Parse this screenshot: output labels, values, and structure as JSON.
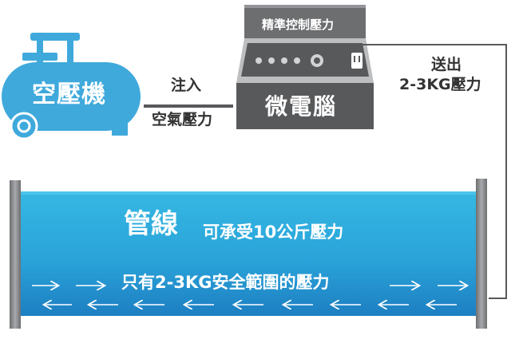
{
  "compressor": {
    "label": "空壓機"
  },
  "inject": {
    "line1": "注入",
    "line2": "空氣壓力"
  },
  "computer": {
    "panel_label": "精準控制壓力",
    "label": "微電腦"
  },
  "send": {
    "line1": "送出",
    "line2": "2-3KG壓力"
  },
  "pipe": {
    "title": "管線",
    "capacity": "可承受10公斤壓力",
    "safe_range": "只有2-3KG安全範圍的壓力"
  },
  "colors": {
    "compressor_blue": "#3fa9dc",
    "device_gray": "#58595b",
    "pipe_cyan": "#2ea7d8",
    "pipe_dark": "#1f84c4",
    "end_cap": "#808080"
  },
  "icons": [
    "air-compressor-icon",
    "control-knob-icon",
    "plug-icon",
    "right-arrow-icon",
    "left-arrow-icon"
  ]
}
